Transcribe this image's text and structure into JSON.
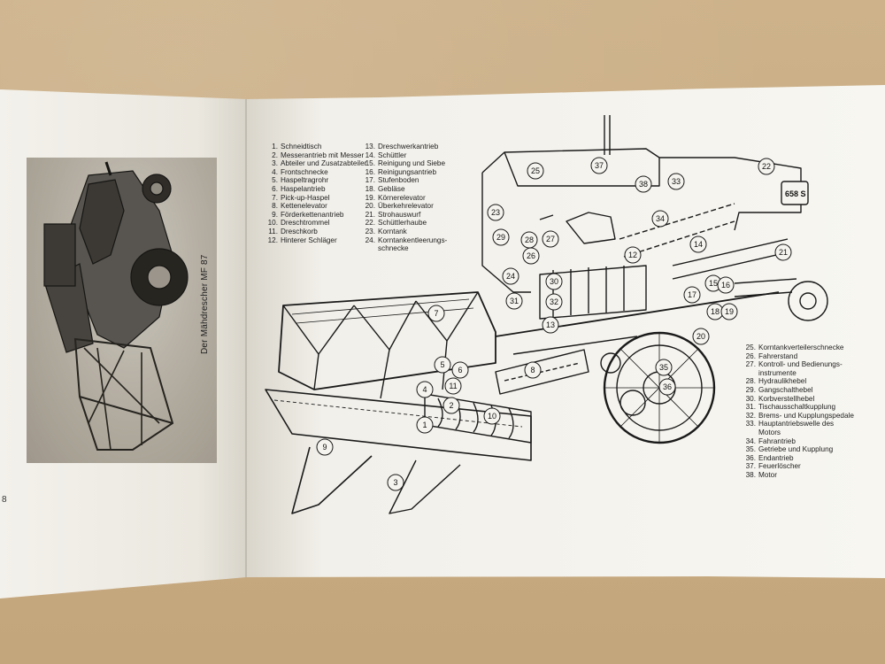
{
  "left_page": {
    "caption": "Der Mähdrescher MF 87",
    "page_number": "8"
  },
  "legend": {
    "column_1": [
      {
        "num": "1.",
        "label": "Schneidtisch"
      },
      {
        "num": "2.",
        "label": "Messerantrieb mit Messer"
      },
      {
        "num": "3.",
        "label": "Abteiler und Zusatzabteiler"
      },
      {
        "num": "4.",
        "label": "Frontschnecke"
      },
      {
        "num": "5.",
        "label": "Haspeltragrohr"
      },
      {
        "num": "6.",
        "label": "Haspelantrieb"
      },
      {
        "num": "7.",
        "label": "Pick-up-Haspel"
      },
      {
        "num": "8.",
        "label": "Kettenelevator"
      },
      {
        "num": "9.",
        "label": "Förderkettenantrieb"
      },
      {
        "num": "10.",
        "label": "Dreschtrommel"
      },
      {
        "num": "11.",
        "label": "Dreschkorb"
      },
      {
        "num": "12.",
        "label": "Hinterer Schläger"
      }
    ],
    "column_2": [
      {
        "num": "13.",
        "label": "Dreschwerkantrieb"
      },
      {
        "num": "14.",
        "label": "Schüttler"
      },
      {
        "num": "15.",
        "label": "Reinigung und Siebe"
      },
      {
        "num": "16.",
        "label": "Reinigungsantrieb"
      },
      {
        "num": "17.",
        "label": "Stufenboden"
      },
      {
        "num": "18.",
        "label": "Gebläse"
      },
      {
        "num": "19.",
        "label": "Körnerelevator"
      },
      {
        "num": "20.",
        "label": "Überkehrelevator"
      },
      {
        "num": "21.",
        "label": "Strohauswurf"
      },
      {
        "num": "22.",
        "label": "Schüttlerhaube"
      },
      {
        "num": "23.",
        "label": "Korntank"
      },
      {
        "num": "24.",
        "label": "Korntankentleerungs-",
        "cont": "schnecke"
      }
    ],
    "column_3": [
      {
        "num": "25.",
        "label": "Korntankverteilerschnecke"
      },
      {
        "num": "26.",
        "label": "Fahrerstand"
      },
      {
        "num": "27.",
        "label": "Kontroll- und Bedienungs-",
        "cont": "instrumente"
      },
      {
        "num": "28.",
        "label": "Hydraulikhebel"
      },
      {
        "num": "29.",
        "label": "Gangschalthebel"
      },
      {
        "num": "30.",
        "label": "Korbverstellhebel"
      },
      {
        "num": "31.",
        "label": "Tischausschaltkupplung"
      },
      {
        "num": "32.",
        "label": "Brems- und Kupplungspedale"
      },
      {
        "num": "33.",
        "label": "Hauptantriebswelle des",
        "cont": "Motors"
      },
      {
        "num": "34.",
        "label": "Fahrantrieb"
      },
      {
        "num": "35.",
        "label": "Getriebe und Kupplung"
      },
      {
        "num": "36.",
        "label": "Endantrieb"
      },
      {
        "num": "37.",
        "label": "Feuerlöscher"
      },
      {
        "num": "38.",
        "label": "Motor"
      }
    ]
  },
  "diagram": {
    "callouts": [
      "1",
      "2",
      "3",
      "4",
      "5",
      "6",
      "7",
      "8",
      "9",
      "10",
      "11",
      "12",
      "13",
      "14",
      "15",
      "16",
      "17",
      "18",
      "19",
      "20",
      "21",
      "22",
      "23",
      "24",
      "25",
      "26",
      "27",
      "28",
      "29",
      "30",
      "31",
      "32",
      "33",
      "34",
      "35",
      "36",
      "37",
      "38"
    ],
    "plate_label": "658 S"
  },
  "colors": {
    "paper": "#f6f4ee",
    "ink": "#1a1a1a",
    "backdrop": "#c9ad84"
  }
}
